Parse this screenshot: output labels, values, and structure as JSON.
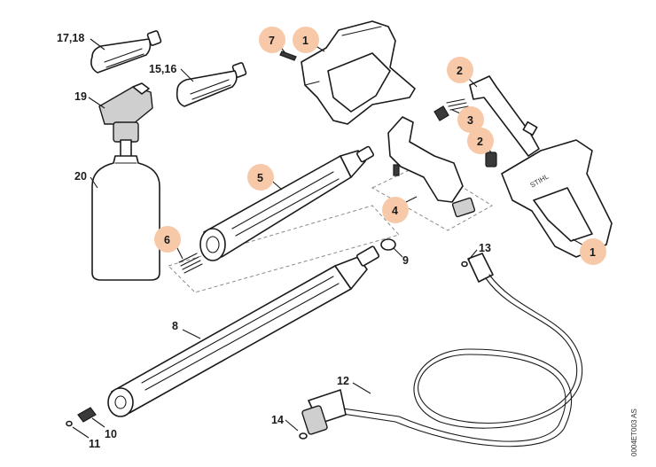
{
  "highlight_color": "#f7c9a8",
  "line_color": "#1a1a1a",
  "callouts": {
    "c_17_18": "17,18",
    "c_15_16": "15,16",
    "c_19": "19",
    "c_20": "20",
    "c_7": "7",
    "c_1_top": "1",
    "c_2_top": "2",
    "c_3": "3",
    "c_2_mid": "2",
    "c_5": "5",
    "c_4": "4",
    "c_1_right": "1",
    "c_6": "6",
    "c_9": "9",
    "c_13": "13",
    "c_8": "8",
    "c_12": "12",
    "c_14": "14",
    "c_10": "10",
    "c_11": "11"
  },
  "brand_mark": "STIHL",
  "drawing_code": "0004ET003 AS"
}
